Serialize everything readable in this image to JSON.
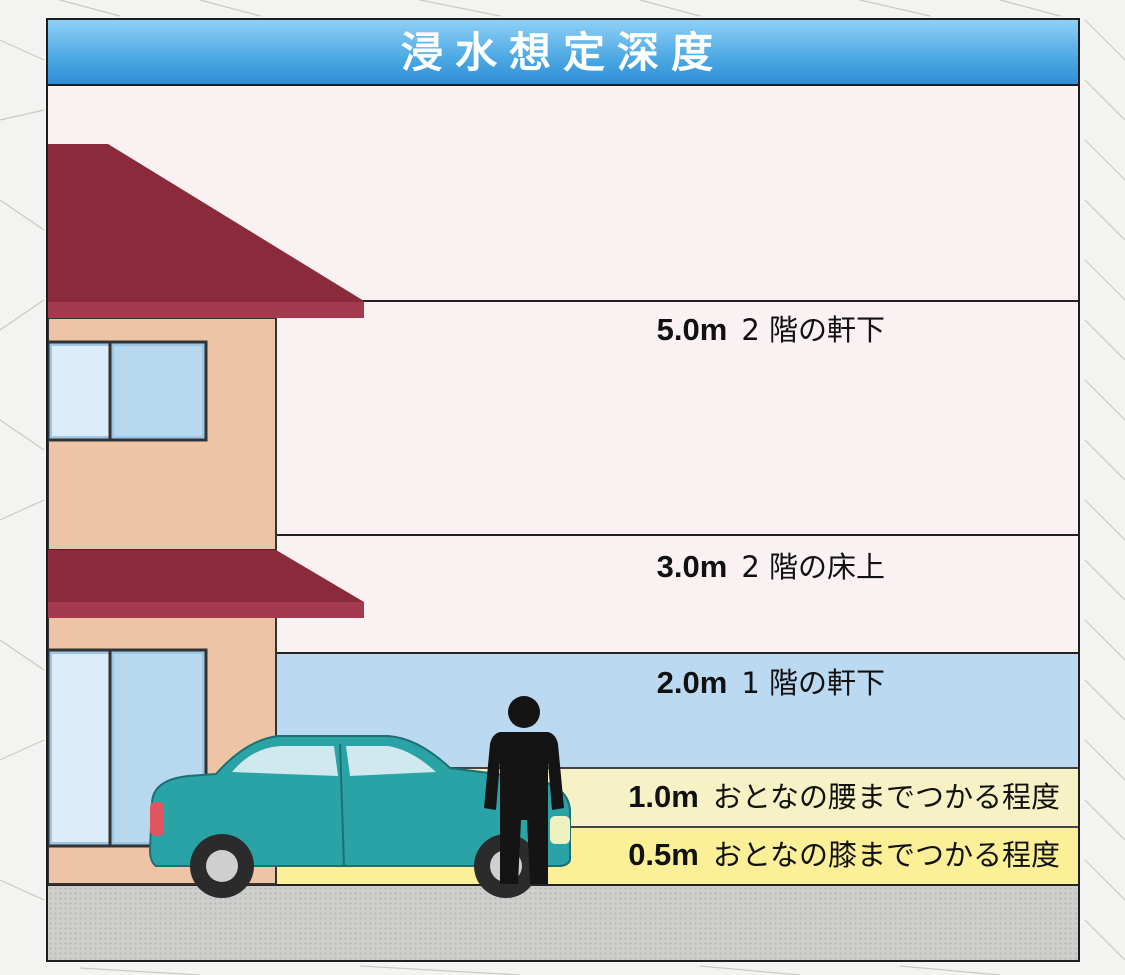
{
  "title": "浸水想定深度",
  "levels": [
    {
      "depth": "5.0m",
      "desc": "2 階の軒下"
    },
    {
      "depth": "3.0m",
      "desc": "2 階の床上"
    },
    {
      "depth": "2.0m",
      "desc": "1 階の軒下"
    },
    {
      "depth": "1.0m",
      "desc": "おとなの腰までつかる程度"
    },
    {
      "depth": "0.5m",
      "desc": "おとなの膝までつかる程度"
    }
  ],
  "colors": {
    "title_bar": "#4ca8e3",
    "zone_2m": "#bcd9f2",
    "zone_1m": "#f7f2c5",
    "zone_05m": "#fbef98",
    "roof": "#8b2a3a",
    "wall": "#eec4a6",
    "car": "#2aa3a6",
    "person": "#141414",
    "ground": "#cfcfcd"
  }
}
